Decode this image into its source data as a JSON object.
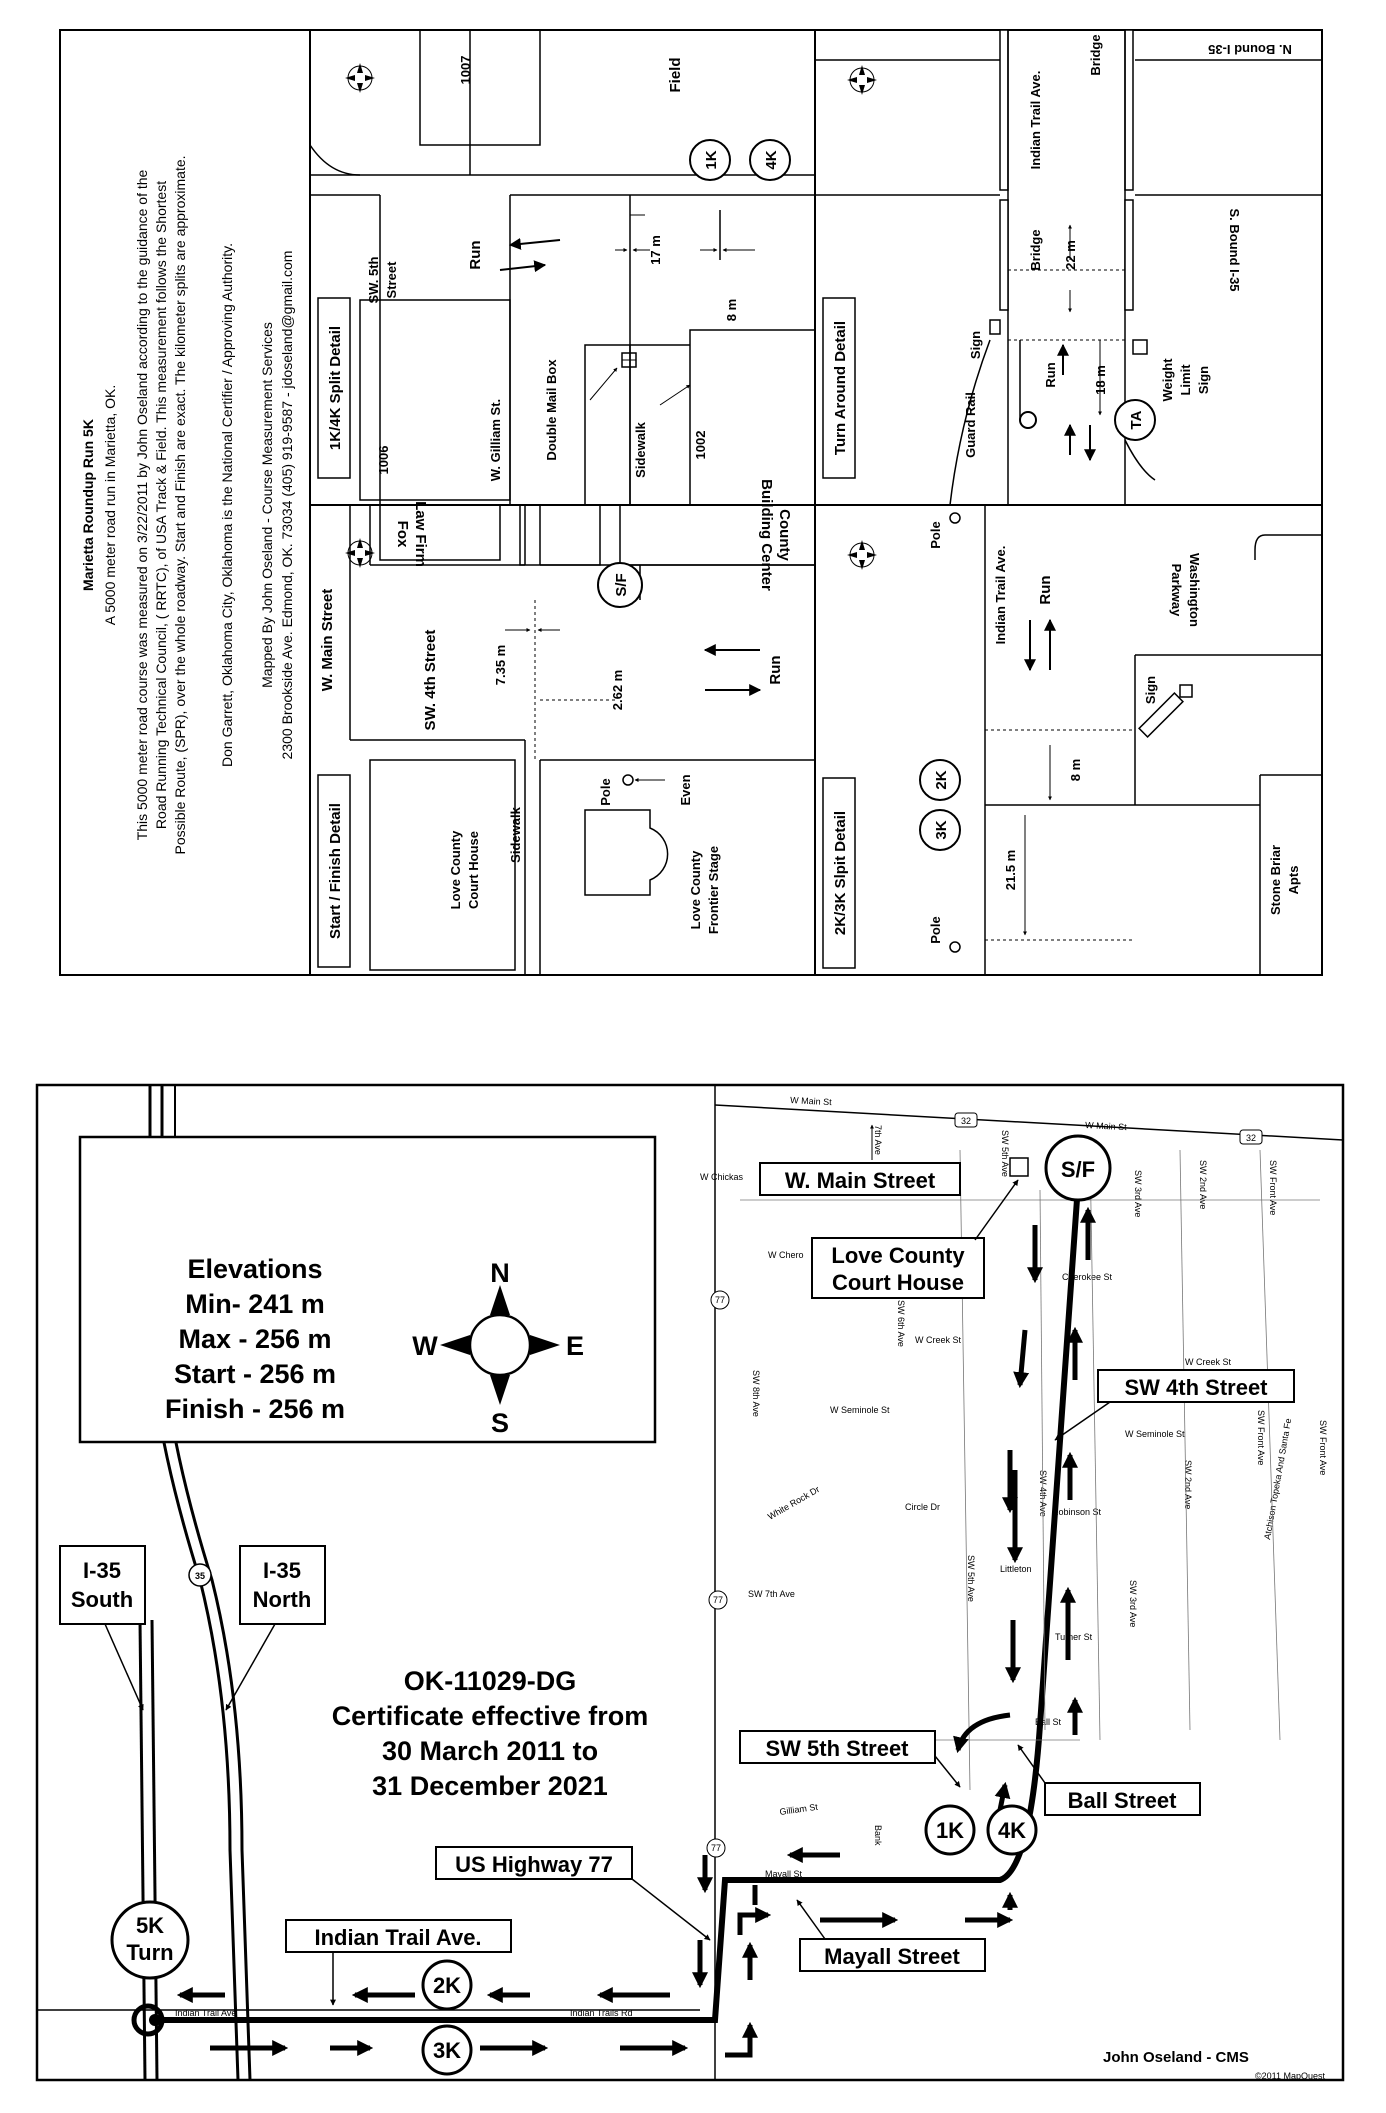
{
  "top_sheet": {
    "header": {
      "title": "Marietta Roundup Run 5K",
      "subtitle": "A 5000 meter road run in  Marietta, OK.",
      "para_1": "This 5000 meter road course was measured on 3/22/2011 by John  Oseland according to the guidance of the",
      "para_2": "Road  Running Technical Council, ( RRTC), of USA Track & Field. This measurement follows the Shortest",
      "para_3": "Possible Route, (SPR), over the whole roadway. Start and Finish are exact. The kilometer splits are approximate.",
      "certifier": "Don Garrett, Oklahoma City, Oklahoma is the  National Certifier / Approving Authority.",
      "mapped_by": "Mapped By John  Oseland  - Course Measurement Services",
      "address": "2300 Brookside Ave. Edmond, OK. 73034  (405) 919-9587 - jdoseland@gmail.com"
    },
    "start_finish_detail": {
      "caption": "Start / Finish Detail",
      "w_main": "W. Main Street",
      "sw4": "SW. 4th Street",
      "fox": "Fox",
      "law_firm": "Law Firm",
      "county": "County",
      "building_center": "Building Center",
      "sf": "S/F",
      "d1": "7.35 m",
      "d2": "2.62 m",
      "run": "Run",
      "pole": "Pole",
      "even": "Even",
      "sidewalk": "Sidewalk",
      "court1": "Love County",
      "court2": "Court House",
      "stage1": "Love County",
      "stage2": "Frontier Stage"
    },
    "split_1k4k": {
      "caption": "1K/4K Split Detail",
      "b1007": "1007",
      "field": "Field",
      "k1": "1K",
      "k4": "4K",
      "sw5a": "SW. 5th",
      "sw5b": "Street",
      "run": "Run",
      "d17": "17 m",
      "d8": "8 m",
      "b1006": "1006",
      "gilliam": "W. Gilliam St.",
      "mailbox": "Double Mail Box",
      "sidewalk": "Sidewalk",
      "b1002": "1002"
    },
    "turn_around": {
      "caption": "Turn Around Detail",
      "n_bound": "N. Bound I-35",
      "s_bound": "S. Bound I-35",
      "indian": "Indian Trail Ave.",
      "bridge": "Bridge",
      "d22": "22 m",
      "sign": "Sign",
      "guard": "Guard Rail",
      "run": "Run",
      "d18": "18 m",
      "ta": "TA",
      "wl1": "Weight",
      "wl2": "Limit",
      "wl3": "Sign"
    },
    "split_2k3k": {
      "caption": "2K/3K Slpit Detail",
      "pole": "Pole",
      "indian": "Indian Trail Ave.",
      "run": "Run",
      "washington1": "Washington",
      "washington2": "Parkway",
      "sign": "Sign",
      "k2": "2K",
      "k3": "3K",
      "d8": "8 m",
      "d215": "21.5 m",
      "stone1": "Stone Briar",
      "stone2": "Apts"
    }
  },
  "route_map": {
    "elev_title": "Elevations",
    "elev_min": "Min- 241 m",
    "elev_max": "Max - 256 m",
    "elev_start": "Start - 256 m",
    "elev_finish": "Finish - 256 m",
    "compass_n": "N",
    "compass_s": "S",
    "compass_e": "E",
    "compass_w": "W",
    "i35_south_1": "I-35",
    "i35_south_2": "South",
    "i35_north_1": "I-35",
    "i35_north_2": "North",
    "cert_1": "OK-11029-DG",
    "cert_2": "Certificate effective from",
    "cert_3": "30 March 2011 to",
    "cert_4": "31 December 2021",
    "callout_main": "W. Main Street",
    "callout_court_1": "Love County",
    "callout_court_2": "Court House",
    "callout_sw4": "SW 4th Street",
    "callout_sw5": "SW 5th Street",
    "callout_ball": "Ball Street",
    "callout_us77": "US Highway 77",
    "callout_indian": "Indian Trail Ave.",
    "callout_mayall": "Mayall Street",
    "sf": "S/F",
    "k1": "1K",
    "k2": "2K",
    "k3": "3K",
    "k4": "4K",
    "turn_1": "5K",
    "turn_2": "Turn",
    "credit": "John Oseland  - CMS",
    "copyright": "©2011 MapQuest",
    "streets": {
      "wmain1": "W Main St",
      "wmain2": "W Main St",
      "chickasaw": "W Chickas",
      "cherokee_w": "W Chero",
      "cherokee_e": "Cherokee St",
      "creek_w": "W Creek St",
      "creek_e": "W Creek St",
      "seminole_w": "W Seminole St",
      "seminole_e": "W Seminole St",
      "robinson": "Robinson St",
      "littleton": "Littleton",
      "turner": "Turner St",
      "ball": "Ball St",
      "gilliam": "Gilliam St",
      "mayall": "Mayall St",
      "indian1": "Indian Trail Ave",
      "indian2": "Indian Trails Rd",
      "white_rock": "White Rock Dr",
      "circle": "Circle Dr",
      "sw7": "SW 7th Ave",
      "sw8": "SW 8th Ave",
      "sw6": "SW 6th Ave",
      "sw5": "SW 5th Ave",
      "sw5b": "SW 5th Ave",
      "sw4": "SW 4th Ave",
      "sw3": "SW 3rd Ave",
      "sw3b": "SW 3rd Ave",
      "sw2": "SW 2nd Ave",
      "sw2b": "SW 2nd Ave",
      "swfront": "SW Front Ave",
      "swfront2": "SW Front Ave",
      "swfront3": "SW Front Ave",
      "ave7": "7th Ave",
      "ave3": "SW 3rd Ave",
      "ave2": "SW 2nd Ave",
      "front": "SW Front Ave",
      "atsf": "Atchison Topeka And Santa Fe",
      "bank": "Bank",
      "hwy32a": "32",
      "hwy32b": "32",
      "hwy77a": "77",
      "hwy77b": "77",
      "hwy77c": "77",
      "hwy35": "35"
    }
  }
}
